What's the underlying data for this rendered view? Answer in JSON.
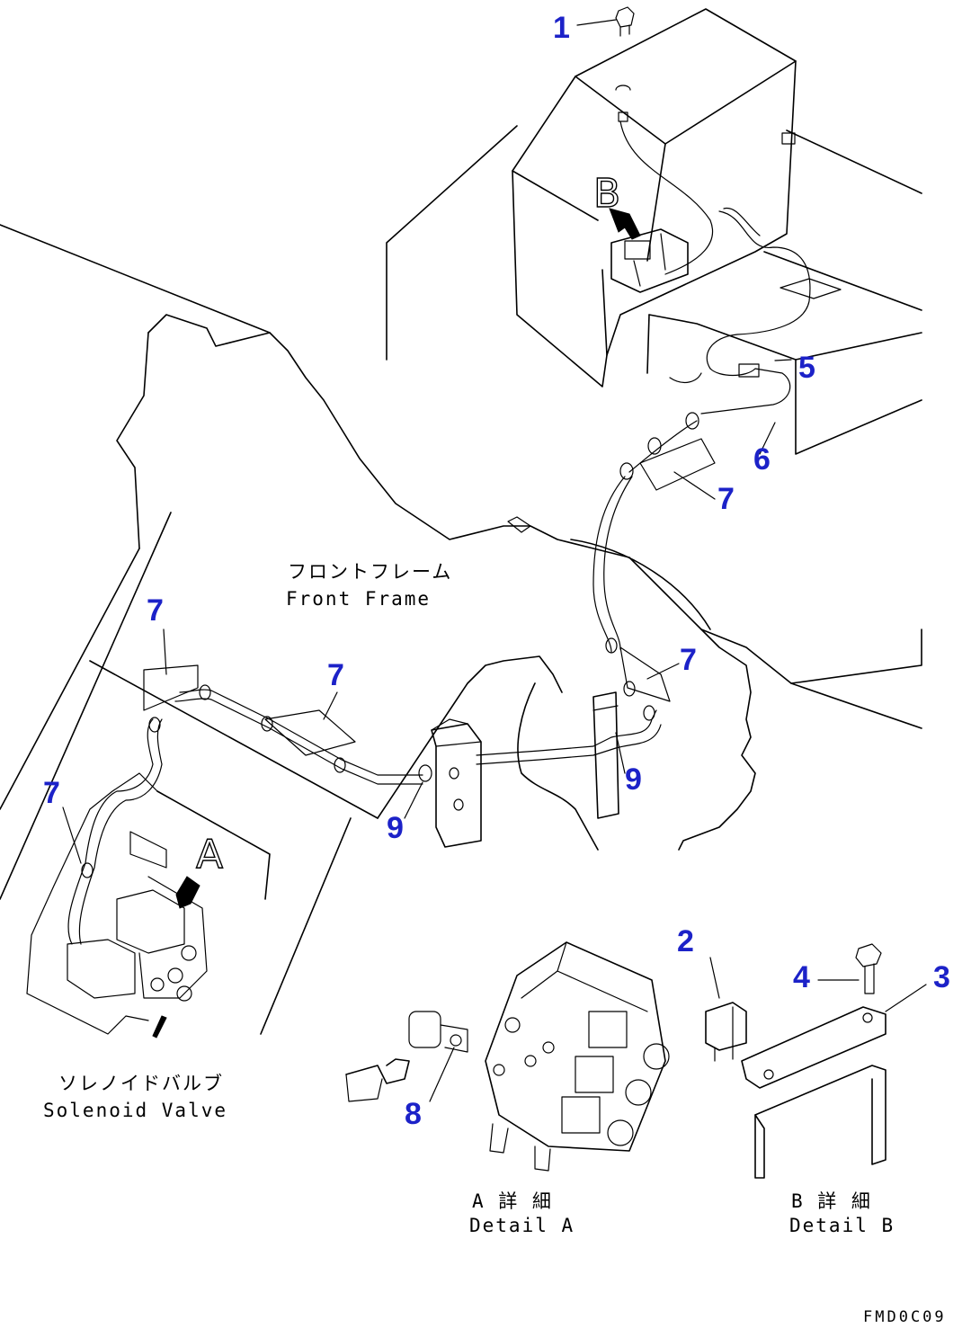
{
  "callouts": [
    {
      "n": "1"
    },
    {
      "n": "2"
    },
    {
      "n": "3"
    },
    {
      "n": "4"
    },
    {
      "n": "5"
    },
    {
      "n": "6"
    },
    {
      "n": "7"
    },
    {
      "n": "7"
    },
    {
      "n": "7"
    },
    {
      "n": "7"
    },
    {
      "n": "7"
    },
    {
      "n": "8"
    },
    {
      "n": "9"
    },
    {
      "n": "9"
    }
  ],
  "labels": {
    "front_frame_jp": "フロントフレーム",
    "front_frame_en": "Front Frame",
    "solenoid_jp": "ソレノイドバルブ",
    "solenoid_en": "Solenoid Valve",
    "detail_a_jp": "A 詳 細",
    "detail_a_en": "Detail A",
    "detail_b_jp": "B 詳 細",
    "detail_b_en": "Detail B",
    "view_a": "A",
    "view_b": "B",
    "drawing_code": "FMD0C09"
  },
  "colors": {
    "callout": "#1c22c8",
    "line": "#000000"
  }
}
